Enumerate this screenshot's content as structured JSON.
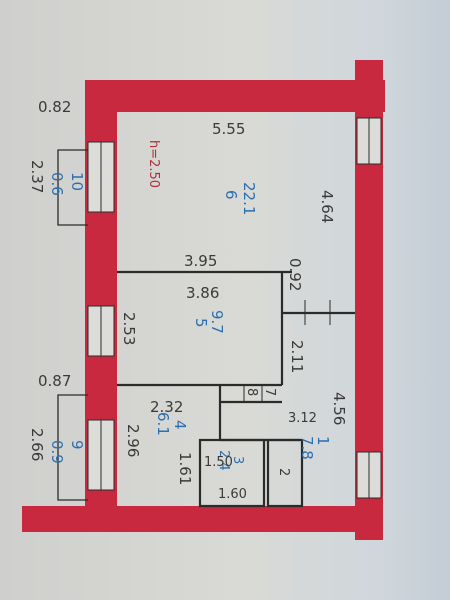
{
  "ceiling_height": "h=2.50",
  "dimensions": {
    "room6_top": "5.55",
    "room6_right": "4.64",
    "room6_bottom_wall": "3.95",
    "room5_top": "3.86",
    "corridor_width": "0.92",
    "room5_left": "2.53",
    "room5_right": "2.11",
    "top_left_wall": "0.82",
    "balcony10_length": "2.37",
    "left_wall2": "0.87",
    "balcony9_length": "2.66",
    "hall_left": "2.96",
    "room4_width": "2.32",
    "room4_height": "1.61",
    "room1_height": "4.56",
    "room1_width": "3.12",
    "bath_width": "1.50",
    "bath_width2": "1.60"
  },
  "rooms": [
    {
      "number": "6",
      "area": "22.1"
    },
    {
      "number": "5",
      "area": "9.7"
    },
    {
      "number": "4",
      "area": "6.1"
    },
    {
      "number": "1",
      "area": "7.8"
    },
    {
      "number": "3",
      "area": "2.4"
    },
    {
      "number": "2",
      "area": ""
    },
    {
      "number": "7",
      "area": ""
    },
    {
      "number": "8",
      "area": ""
    },
    {
      "number": "10",
      "area": "0.6"
    },
    {
      "number": "9",
      "area": "0.9"
    }
  ],
  "colors": {
    "wall": "#c8293f",
    "line": "#2b2b2b",
    "label": "#2c6fb0",
    "accent": "#b0303a"
  }
}
